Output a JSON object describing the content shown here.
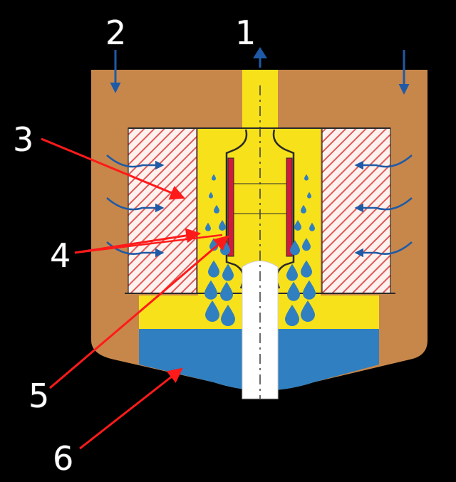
{
  "labels": {
    "l1": "1",
    "l2": "2",
    "l3": "3",
    "l4": "4",
    "l5": "5",
    "l6": "6"
  },
  "colors": {
    "background": "#000000",
    "housing": "#c8874a",
    "fuel_chamber": "#f7e11a",
    "filter_element": "#e05a5a",
    "water": "#2f7fc1",
    "center_tube": "#ffffff",
    "flow_arrow": "#1f5aa6",
    "callout_line": "#ff1a1a",
    "separator_tube": "#d11a3a"
  }
}
